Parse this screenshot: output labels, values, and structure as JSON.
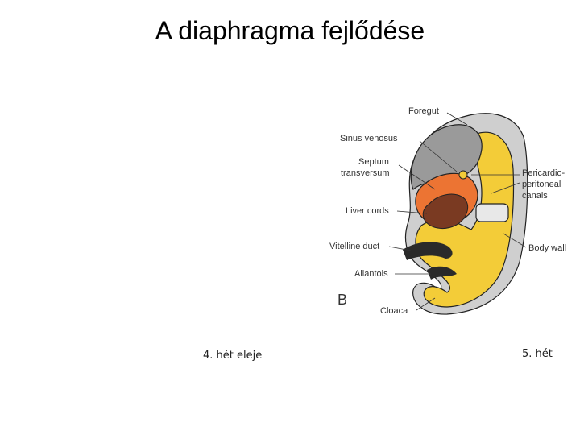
{
  "slide": {
    "title": "A diaphragma fejlődése",
    "caption_left": "4. hét eleje",
    "caption_right": "5. hét"
  },
  "diagram": {
    "panel_letter": "B",
    "labels": {
      "foregut": "Foregut",
      "sinus_venosus": "Sinus venosus",
      "septum_line1": "Septum",
      "septum_line2": "transversum",
      "liver_cords": "Liver cords",
      "vitelline_duct": "Vitelline duct",
      "allantois": "Allantois",
      "cloaca": "Cloaca",
      "pericardio_line1": "Pericardio-",
      "pericardio_line2": "peritoneal",
      "pericardio_line3": "canals",
      "body_wall": "Body wall"
    },
    "colors": {
      "yolk": "#f3cc38",
      "septum": "#ec7433",
      "liver": "#7a3a22",
      "cavity": "#9a9a9a",
      "outline": "#222222"
    }
  }
}
